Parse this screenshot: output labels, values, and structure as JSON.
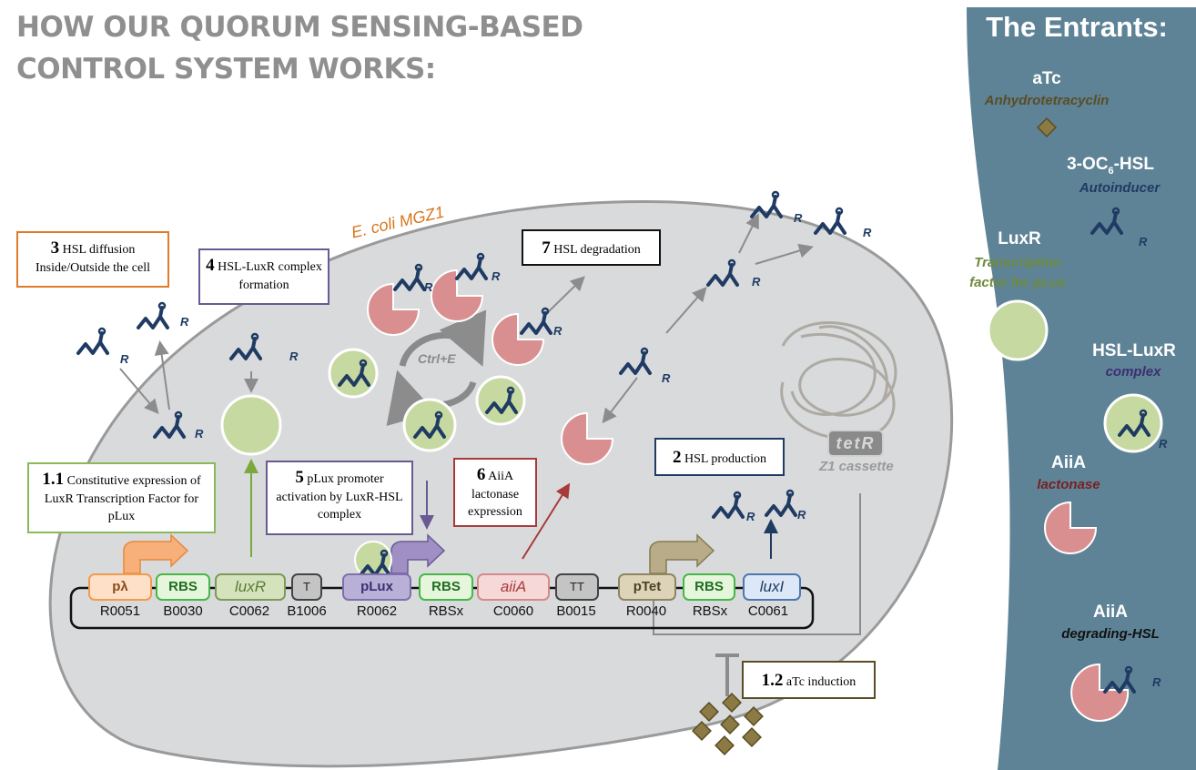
{
  "title": {
    "line1": "HOW OUR QUORUM SENSING-BASED",
    "line2": "CONTROL SYSTEM WORKS:"
  },
  "cell": {
    "label": "E. coli MGZ1"
  },
  "cycle_label": "Ctrl+E",
  "r_label": "R",
  "steps": [
    {
      "num": "3",
      "text": "HSL diffusion Inside/Outside the cell"
    },
    {
      "num": "4",
      "text": "HSL-LuxR complex formation"
    },
    {
      "num": "7",
      "text": "HSL degradation"
    },
    {
      "num": "1.1",
      "text": "Constitutive expression of LuxR Transcription Factor for pLux"
    },
    {
      "num": "5",
      "text": "pLux promoter activation by LuxR-HSL complex"
    },
    {
      "num": "6",
      "text": "AiiA lactonase expression"
    },
    {
      "num": "2",
      "text": "HSL production"
    },
    {
      "num": "1.2",
      "text": "aTc induction"
    }
  ],
  "cassette": {
    "label": "tetR",
    "sublabel": "Z1 cassette"
  },
  "parts": [
    {
      "label": "pλ",
      "id": "R0051"
    },
    {
      "label": "RBS",
      "id": "B0030"
    },
    {
      "label": "luxR",
      "id": "C0062"
    },
    {
      "label": "T",
      "id": "B1006"
    },
    {
      "label": "pLux",
      "id": "R0062"
    },
    {
      "label": "RBS",
      "id": "RBSx"
    },
    {
      "label": "aiiA",
      "id": "C0060"
    },
    {
      "label": "TT",
      "id": "B0015"
    },
    {
      "label": "pTet",
      "id": "R0040"
    },
    {
      "label": "RBS",
      "id": "RBSx"
    },
    {
      "label": "luxI",
      "id": "C0061"
    }
  ],
  "sidebar": {
    "title": "The Entrants:",
    "entrants": [
      {
        "name": "aTc",
        "desc": "Anhydrotetracyclin"
      },
      {
        "name": "3-OC",
        "sub": "6",
        "name_tail": "-HSL",
        "desc": "Autoinducer"
      },
      {
        "name": "LuxR",
        "desc": "Transcription factor for pLux"
      },
      {
        "name": "HSL-LuxR",
        "desc": "complex"
      },
      {
        "name": "AiiA",
        "desc": "lactonase"
      },
      {
        "name": "AiiA",
        "desc": "degrading-HSL"
      }
    ]
  },
  "colors": {
    "sidebar_bg": "#5e8396",
    "cell_fill": "#d9dadc",
    "luxr_green": "#c6d9a0",
    "aiia_pink": "#d98f8f",
    "hsl_navy": "#1f3b63",
    "atc_brown": "#8c7a45",
    "cell_label": "#d8761e"
  }
}
